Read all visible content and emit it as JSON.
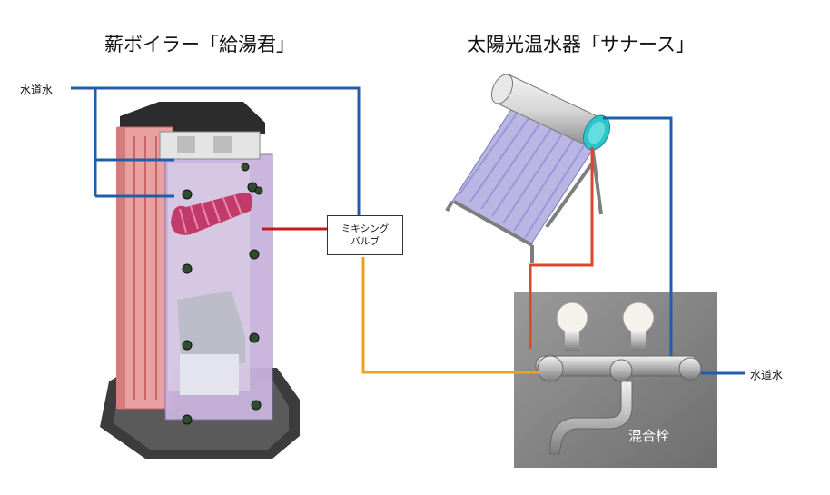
{
  "titles": {
    "boiler": "薪ボイラー「給湯君」",
    "solar": "太陽光温水器「サナース」"
  },
  "labels": {
    "tap_water_left": "水道水",
    "tap_water_right": "水道水",
    "mixing_valve_line1": "ミキシング",
    "mixing_valve_line2": "バルブ",
    "mixer_faucet": "混合栓"
  },
  "colors": {
    "cold_line": "#1f5fa8",
    "hot_line": "#e0452b",
    "boiler_hot_line": "#c41a1a",
    "mixed_line": "#f0a020"
  }
}
